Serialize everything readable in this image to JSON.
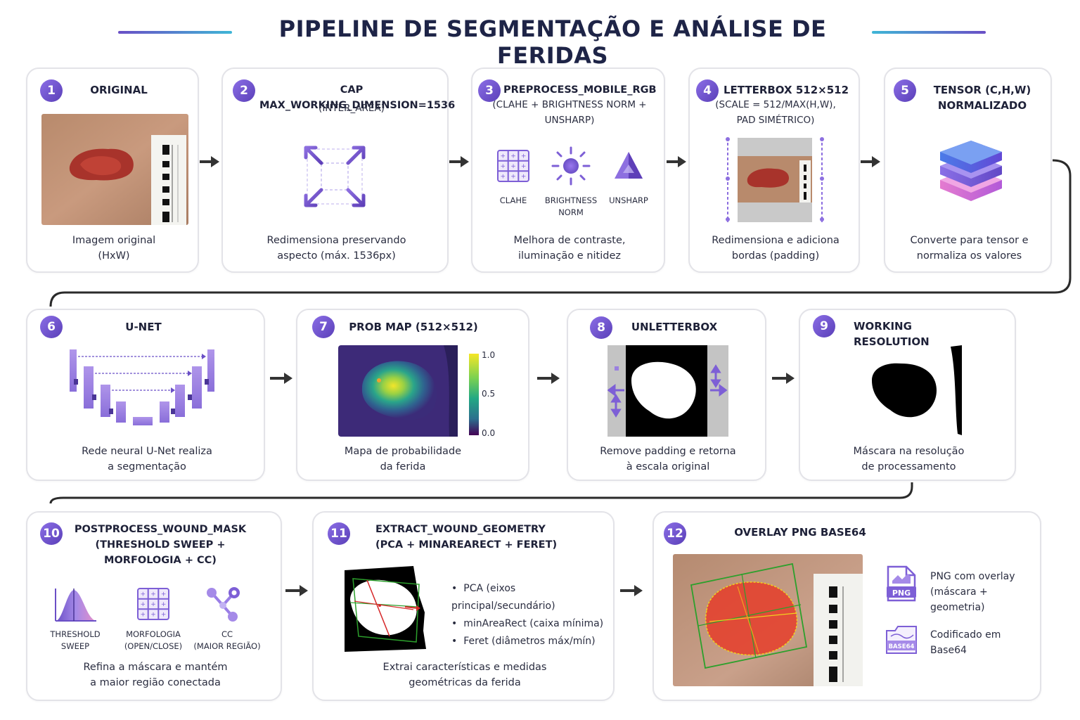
{
  "title": "PIPELINE DE SEGMENTAÇÃO E ANÁLISE DE FERIDAS",
  "colors": {
    "accent": "#6a4fc6",
    "wound": "#b8392f",
    "line": "#2a2a2a"
  },
  "steps": [
    {
      "num": "1",
      "title": "ORIGINAL",
      "desc1": "Imagem original",
      "desc2": "(HxW)"
    },
    {
      "num": "2",
      "title": "CAP MAX_WORKING_DIMENSION=1536",
      "sub1": "(INTER_AREA)",
      "desc1": "Redimensiona preservando",
      "desc2": "aspecto (máx. 1536px)"
    },
    {
      "num": "3",
      "title": "PREPROCESS_MOBILE_RGB",
      "sub1": "(CLAHE + BRIGHTNESS NORM +",
      "sub2": "UNSHARP)",
      "icons": [
        "CLAHE",
        "BRIGHTNESS",
        "NORM",
        "UNSHARP"
      ],
      "desc1": "Melhora de contraste,",
      "desc2": "iluminação e nitidez"
    },
    {
      "num": "4",
      "title": "LETTERBOX 512×512",
      "sub1": "(SCALE = 512/MAX(H,W),",
      "sub2": "PAD SIMÉTRICO)",
      "desc1": "Redimensiona e adiciona",
      "desc2": "bordas (padding)"
    },
    {
      "num": "5",
      "title1": "TENSOR (C,H,W)",
      "title2": "NORMALIZADO",
      "desc1": "Converte para tensor e",
      "desc2": "normaliza os valores"
    },
    {
      "num": "6",
      "title": "U-NET",
      "desc1": "Rede neural U-Net realiza",
      "desc2": "a segmentação"
    },
    {
      "num": "7",
      "title": "PROB MAP (512×512)",
      "scale": [
        "1.0",
        "0.5",
        "0.0"
      ],
      "desc1": "Mapa de probabilidade",
      "desc2": "da ferida"
    },
    {
      "num": "8",
      "title": "UNLETTERBOX",
      "desc1": "Remove padding e retorna",
      "desc2": "à escala original"
    },
    {
      "num": "9",
      "title": "WORKING RESOLUTION",
      "desc1": "Máscara na resolução",
      "desc2": "de processamento"
    },
    {
      "num": "10",
      "title": "POSTPROCESS_WOUND_MASK",
      "sub1": "(THRESHOLD SWEEP +",
      "sub2": "MORFOLOGIA + CC)",
      "icons": [
        {
          "l1": "THRESHOLD",
          "l2": "SWEEP"
        },
        {
          "l1": "MORFOLOGIA",
          "l2": "(OPEN/CLOSE)"
        },
        {
          "l1": "CC",
          "l2": "(MAIOR REGIÃO)"
        }
      ],
      "desc1": "Refina a máscara e mantém",
      "desc2": "a maior região conectada"
    },
    {
      "num": "11",
      "title": "EXTRACT_WOUND_GEOMETRY",
      "sub1": "(PCA + MINAREARECT + FERET)",
      "bullets": [
        "PCA (eixos principal/secundário)",
        "minAreaRect (caixa mínima)",
        "Feret (diâmetros máx/mín)"
      ],
      "desc1": "Extrai características e medidas",
      "desc2": "geométricas da ferida"
    },
    {
      "num": "12",
      "title": "OVERLAY PNG BASE64",
      "png_label": "PNG",
      "b64_label": "BASE64",
      "note1a": "PNG com overlay",
      "note1b": "(máscara + geometria)",
      "note2a": "Codificado em",
      "note2b": "Base64"
    }
  ]
}
